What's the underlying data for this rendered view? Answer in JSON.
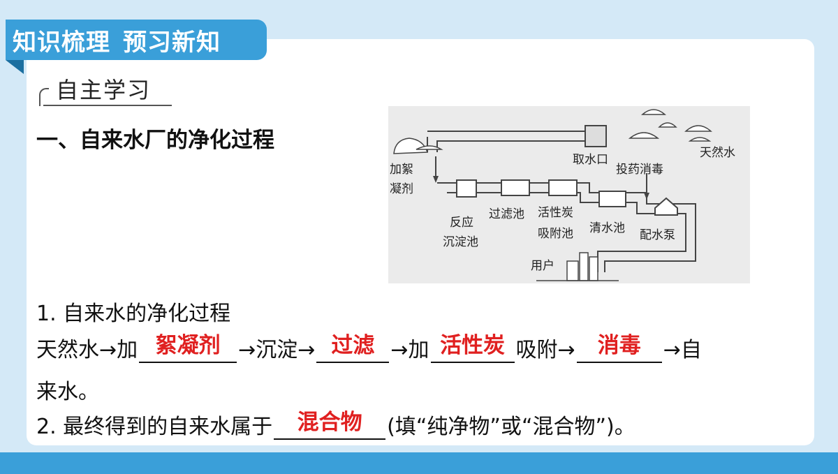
{
  "header": {
    "part1": "知识梳理",
    "part2": "预习新知"
  },
  "section": {
    "title": "自主学习"
  },
  "heading": "一、自来水厂的净化过程",
  "diagram": {
    "labels": {
      "intake": "取水口",
      "natural_water": "天然水",
      "coagulant": "加絮凝剂",
      "disinfect": "投药消毒",
      "reaction_tank": "反应沉淀池",
      "filter_tank": "过滤池",
      "carbon_tank": "活性炭吸附池",
      "clear_tank": "清水池",
      "pump": "配水泵",
      "user": "用户"
    }
  },
  "q1": {
    "title": "1. 自来水的净化过程",
    "t1": "天然水→加",
    "a1": "絮凝剂",
    "t2": "→沉淀→",
    "a2": "过滤",
    "t3": "→加",
    "a3": "活性炭",
    "t4": "吸附→",
    "a4": "消毒",
    "t5": "→自",
    "t6": "来水。"
  },
  "q2": {
    "t1": "2. 最终得到的自来水属于",
    "a1": "混合物",
    "t2": "(填“纯净物”或“混合物”)。"
  },
  "colors": {
    "accent": "#3a9fd9",
    "answer": "#e02020"
  }
}
